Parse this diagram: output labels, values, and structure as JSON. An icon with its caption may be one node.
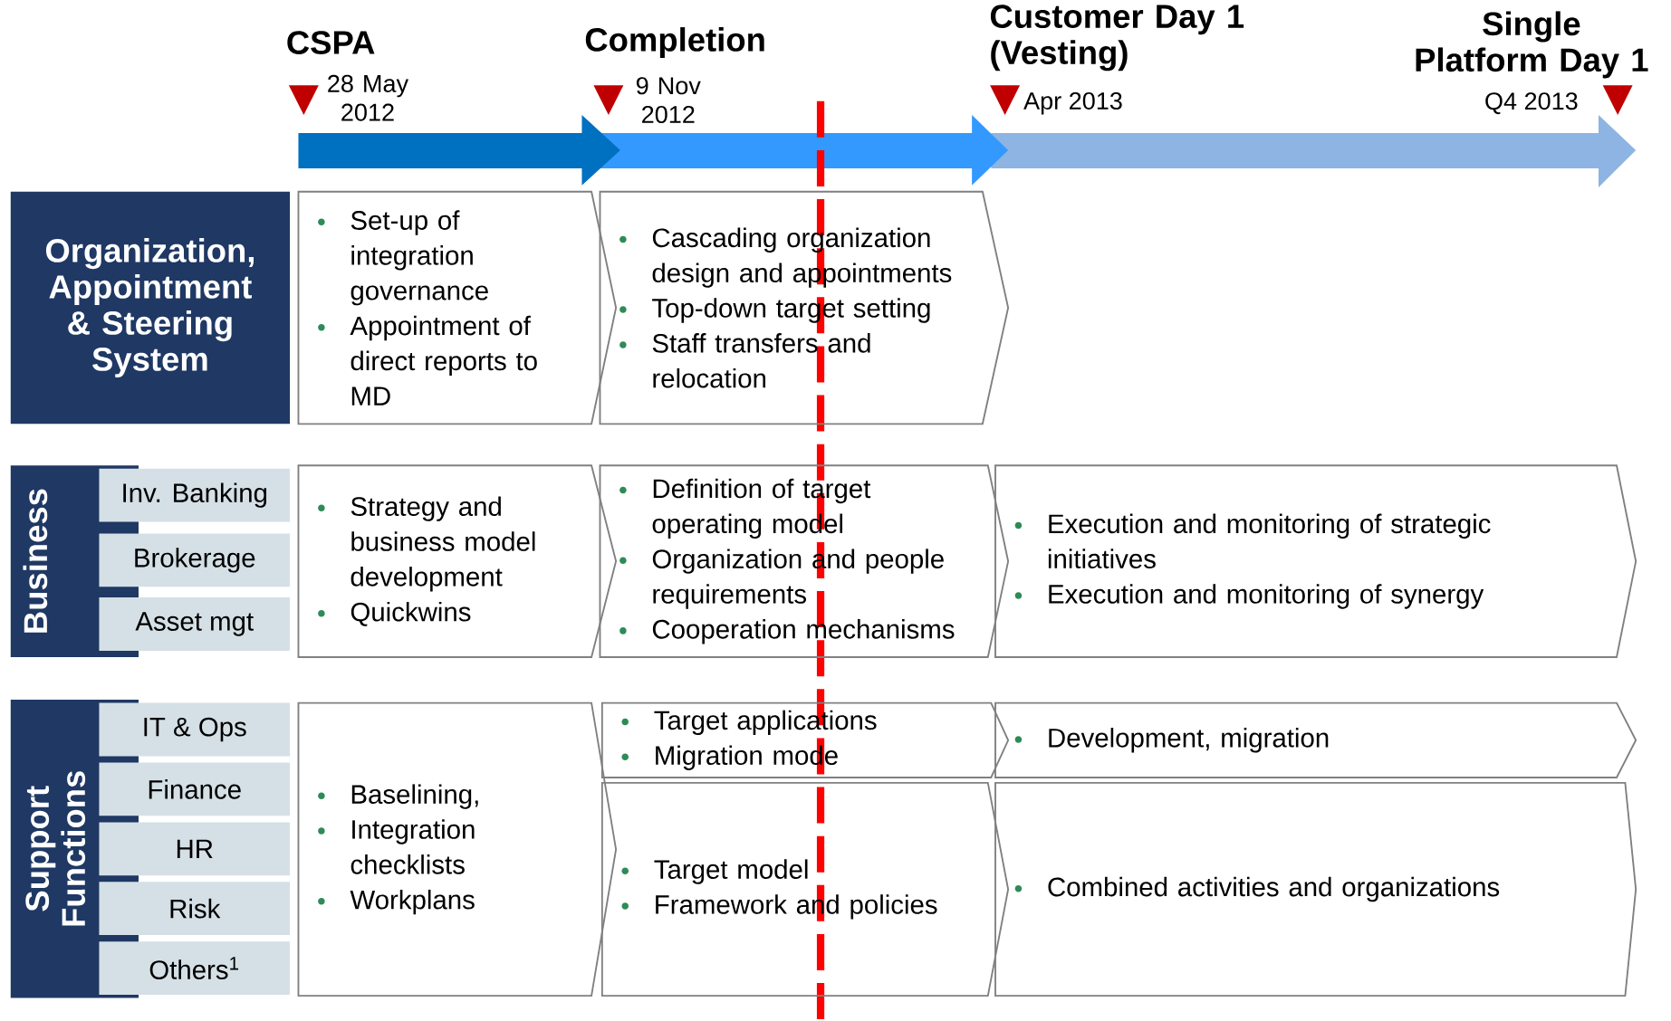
{
  "diagram": {
    "nodes": [
      {
        "text": [
          "Organization, Appointment & Steering System"
        ]
      },
      {
        "text": [
          "Business"
        ]
      },
      {
        "text": [
          "Inv. Banking"
        ]
      },
      {
        "text": [
          "Brokerage"
        ]
      },
      {
        "text": [
          "Asset mgt"
        ]
      },
      {
        "text": [
          "Support Functions"
        ]
      },
      {
        "text": [
          "IT & Ops"
        ]
      },
      {
        "text": [
          "Finance"
        ]
      },
      {
        "text": [
          "HR"
        ]
      },
      {
        "text": [
          "Risk"
        ]
      },
      {
        "text": [
          "Others$^{1}$"
        ]
      },
      {
        "text": [
          "Set-up of integration governance",
          "Appointment of direct reports to MD"
        ]
      },
      {
        "text": [
          "Cascading organization design and appointments",
          "Top-down target setting",
          "Staff transfers and relocation"
        ]
      },
      {
        "text": [
          "Strategy and business model development",
          "Quickwins"
        ]
      },
      {
        "text": [
          "Definition of target operating model",
          "Organization and people requirements",
          "Cooperation mechanisms"
        ]
      },
      {
        "text": [
          "Execution and monitoring of strategic initiatives",
          "Execution and monitoring of synergy"
        ]
      },
      {
        "text": [
          "Baselining,",
          "Integration checklists",
          "Workplans"
        ]
      },
      {
        "text": [
          "Target applications",
          "Migration mode"
        ]
      },
      {
        "text": [
          "Development, migration"
        ]
      },
      {
        "text": [
          "Target model",
          "Framework and policies"
        ]
      },
      {
        "text": [
          "Combined activities and organizations"
        ]
      }
    ],
    "labels": [
      "CSPA",
      "28 May 2012",
      "Completion",
      "9 Nov 2012",
      "Customer Day 1 (Vesting)",
      "Apr 2013",
      "Single Platform Day 1",
      "Q4 2013"
    ]
  }
}
